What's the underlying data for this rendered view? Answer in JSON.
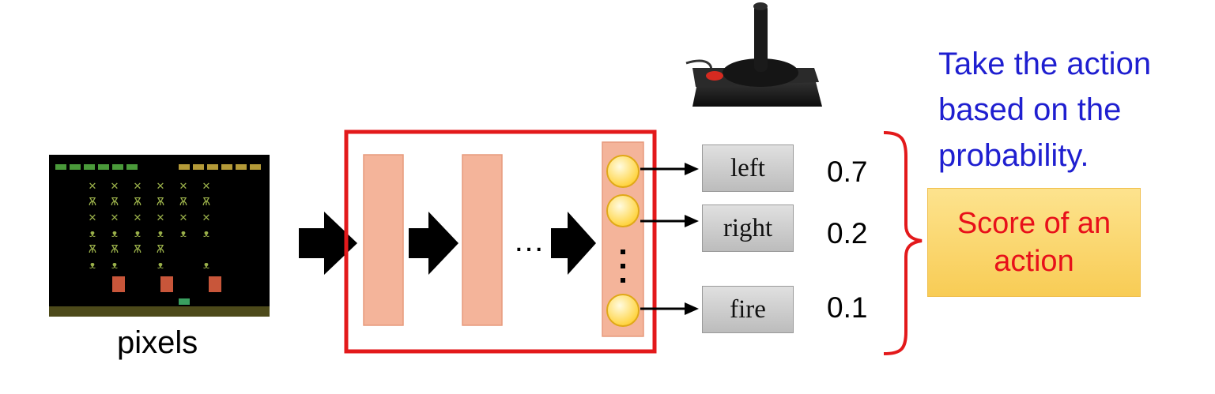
{
  "input": {
    "label": "pixels"
  },
  "network": {
    "ellipsis": "…"
  },
  "actions": [
    {
      "name": "left",
      "probability": "0.7"
    },
    {
      "name": "right",
      "probability": "0.2"
    },
    {
      "name": "fire",
      "probability": "0.1"
    }
  ],
  "annotation": {
    "take_action": "Take the action\nbased on the\nprobability.",
    "score_box": "Score of an\naction"
  },
  "colors": {
    "network_border": "#e3191b",
    "layer_fill": "#f4b49a",
    "neuron_fill": "#ffe97a",
    "annotation_text": "#1f1fd0",
    "score_text": "#e8101a",
    "score_fill": "#f9d46a"
  },
  "icons": {
    "game": "space-invaders-screen",
    "controller": "joystick-icon"
  }
}
